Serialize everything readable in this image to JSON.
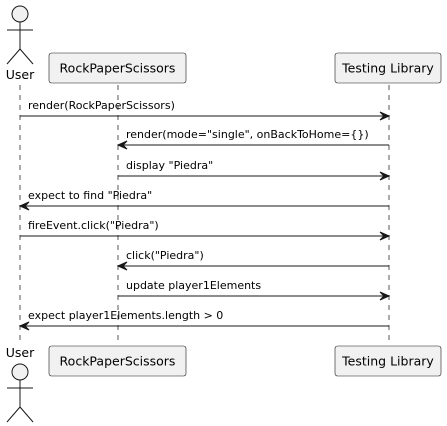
{
  "participants": {
    "user": {
      "label": "User",
      "kind": "actor"
    },
    "rps": {
      "label": "RockPaperScissors",
      "kind": "participant"
    },
    "lib": {
      "label": "Testing Library",
      "kind": "participant"
    }
  },
  "messages": [
    {
      "from": "user",
      "to": "lib",
      "text": "render(RockPaperScissors)"
    },
    {
      "from": "lib",
      "to": "rps",
      "text": "render(mode=\"single\", onBackToHome={})"
    },
    {
      "from": "rps",
      "to": "lib",
      "text": "display \"Piedra\""
    },
    {
      "from": "lib",
      "to": "user",
      "text": "expect to find \"Piedra\""
    },
    {
      "from": "user",
      "to": "lib",
      "text": "fireEvent.click(\"Piedra\")"
    },
    {
      "from": "lib",
      "to": "rps",
      "text": "click(\"Piedra\")"
    },
    {
      "from": "rps",
      "to": "lib",
      "text": "update player1Elements"
    },
    {
      "from": "lib",
      "to": "user",
      "text": "expect player1Elements.length > 0"
    }
  ]
}
